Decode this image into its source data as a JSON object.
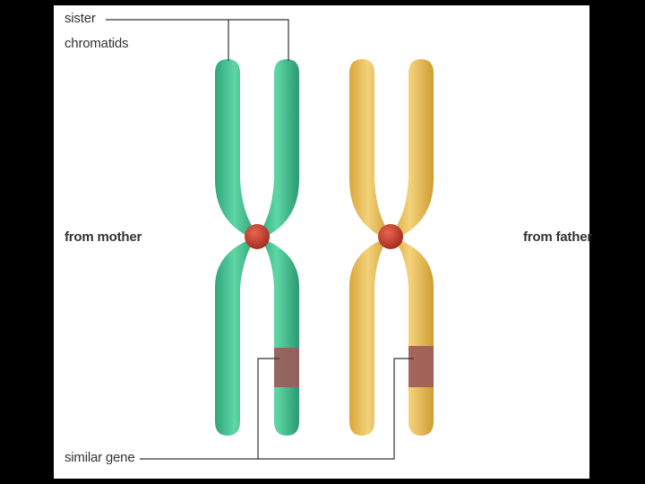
{
  "labels": {
    "sister_line1": "sister",
    "sister_line2": "chromatids",
    "from_mother": "from mother",
    "from_father": "from father",
    "similar_gene": "similar gene"
  },
  "colors": {
    "background": "#000000",
    "panel": "#ffffff",
    "mother_chromosome": "#3dbf8c",
    "father_chromosome": "#e6b84a",
    "centromere": "#c0392b",
    "gene_band": "#9c5a5a",
    "leader_lines": "#333333"
  }
}
